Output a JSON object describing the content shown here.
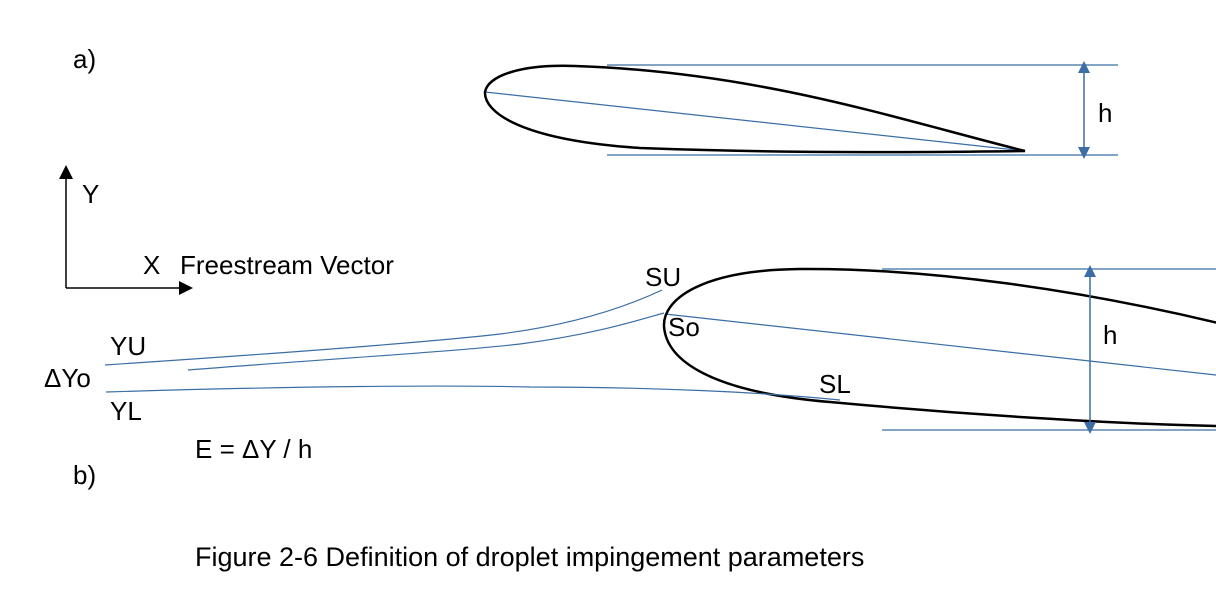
{
  "panel_a": {
    "label": "a)",
    "thickness_label": "h"
  },
  "panel_b": {
    "label": "b)",
    "thickness_label": "h",
    "axis_y_label": "Y",
    "axis_x_label": "X",
    "freestream_label": "Freestream Vector",
    "upper_impingement_label": "SU",
    "stagnation_label": "So",
    "lower_impingement_label": "SL",
    "upper_trajectory_label": "YU",
    "lower_trajectory_label": "YL",
    "delta_y_label": "ΔYo",
    "efficiency_formula": "E = ΔY / h"
  },
  "caption": "Figure 2-6 Definition of droplet impingement parameters",
  "colors": {
    "airfoil": "#000000",
    "lines": "#3A6EA5",
    "text": "#000000"
  }
}
